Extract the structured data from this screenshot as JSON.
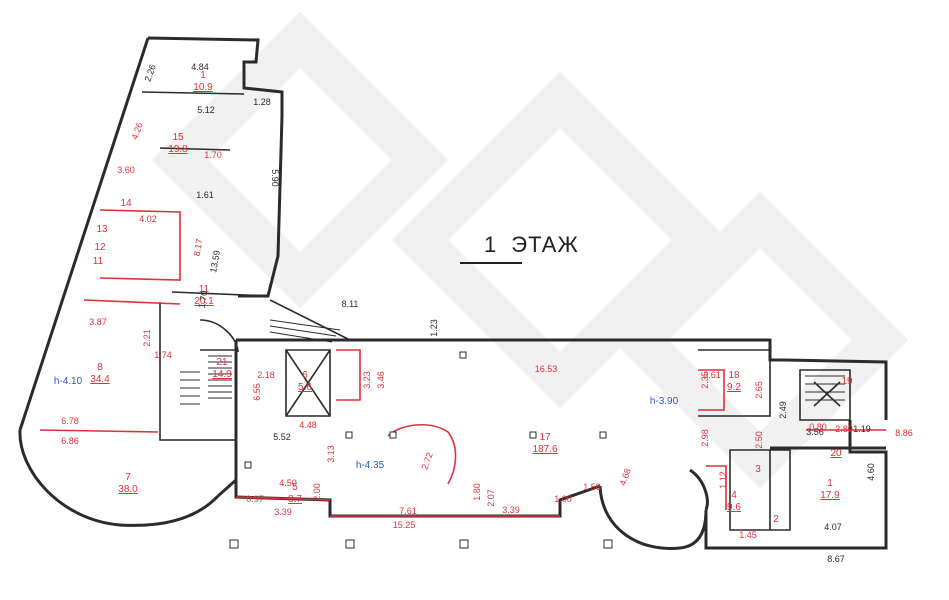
{
  "title": {
    "number": "1",
    "label": "ЭТАЖ"
  },
  "colors": {
    "wall": "#2b2b2b",
    "dim_red": "#e0303a",
    "height_blue": "#2f56c8",
    "watermark": "#f3f3f3"
  },
  "heights": [
    "h-4.10",
    "h-4.35",
    "h-3.90"
  ],
  "rooms": [
    {
      "num": "1",
      "area": "10.9"
    },
    {
      "num": "15",
      "area": "19.8"
    },
    {
      "num": "14",
      "area": ""
    },
    {
      "num": "13",
      "area": ""
    },
    {
      "num": "12",
      "area": ""
    },
    {
      "num": "11",
      "area": ""
    },
    {
      "num": "11",
      "area": "20.1"
    },
    {
      "num": "8",
      "area": "34.4"
    },
    {
      "num": "7",
      "area": "38.0"
    },
    {
      "num": "21",
      "area": "14.9"
    },
    {
      "num": "6",
      "area": "5.6"
    },
    {
      "num": "5",
      "area": "8.7"
    },
    {
      "num": "17",
      "area": "187.6"
    },
    {
      "num": "18",
      "area": "9.2"
    },
    {
      "num": "19",
      "area": ""
    },
    {
      "num": "4",
      "area": "9.6"
    },
    {
      "num": "3",
      "area": ""
    },
    {
      "num": "2",
      "area": ""
    },
    {
      "num": "1",
      "area": "17.9"
    },
    {
      "num": "",
      "area": "20"
    }
  ],
  "dims_black": [
    "2.26",
    "4.84",
    "1.28",
    "5.12",
    "5.90",
    "1.61",
    "13.59",
    "8.11",
    "1.23",
    "1.70",
    "5.52",
    "2.49",
    "4.60",
    "4.07",
    "8.67",
    "3.56",
    "1.19"
  ],
  "dims_red": [
    "4.26",
    "1.70",
    "3.60",
    "4.02",
    "8.17",
    "3.87",
    "2.21",
    "1.74",
    "6.78",
    "6.86",
    "2.18",
    "6.55",
    "3.23",
    "3.46",
    "4.48",
    "3.13",
    "2.72",
    "4.50",
    "2.00",
    "0.97",
    "3.39",
    "7.61",
    "15.25",
    "1.80",
    "2.07",
    "3.39",
    "1.00",
    "1.58",
    "4.68",
    "16.53",
    "2.35",
    "3.61",
    "2.65",
    "2.50",
    "2.98",
    "1.12",
    "1.45",
    "0.80",
    "2.80",
    "8.86"
  ]
}
